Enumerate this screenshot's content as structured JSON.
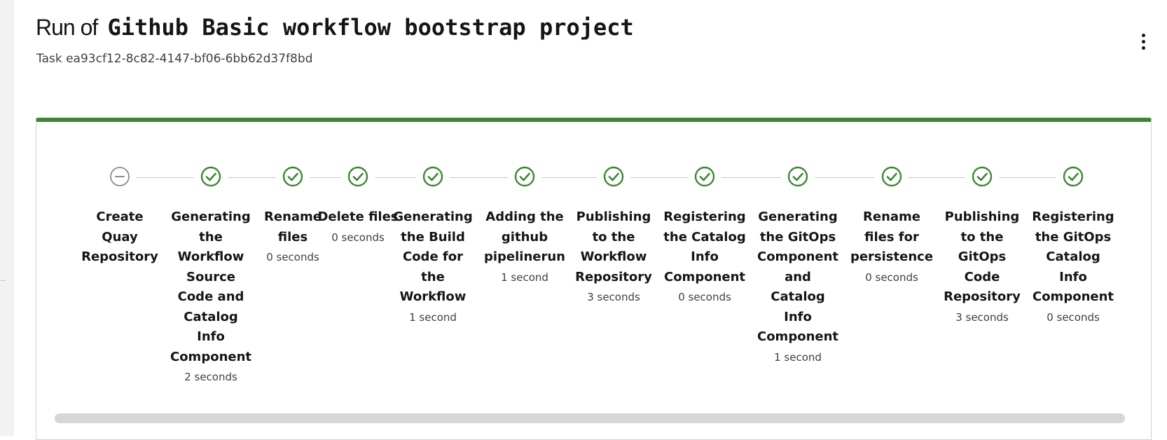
{
  "page": {
    "title_prefix": "Run of",
    "title_name": "Github Basic workflow bootstrap project",
    "task_id": "Task ea93cf12-8c82-4147-bf06-6bb62d37f8bd"
  },
  "colors": {
    "success": "#3e8635",
    "skipped": "#8a8d90",
    "connector": "#c8c8c8"
  },
  "steps": [
    {
      "label": "Create Quay Repository",
      "duration": "",
      "status": "skipped",
      "icon": "minus-circle-icon"
    },
    {
      "label": "Generating the Workflow Source Code and Catalog Info Component",
      "duration": "2 seconds",
      "status": "success",
      "icon": "check-circle-icon"
    },
    {
      "label": "Rename files",
      "duration": "0 seconds",
      "status": "success",
      "icon": "check-circle-icon"
    },
    {
      "label": "Delete files",
      "duration": "0 seconds",
      "status": "success",
      "icon": "check-circle-icon"
    },
    {
      "label": "Generating the Build Code for the Workflow",
      "duration": "1 second",
      "status": "success",
      "icon": "check-circle-icon"
    },
    {
      "label": "Adding the github pipelinerun",
      "duration": "1 second",
      "status": "success",
      "icon": "check-circle-icon"
    },
    {
      "label": "Publishing to the Workflow Repository",
      "duration": "3 seconds",
      "status": "success",
      "icon": "check-circle-icon"
    },
    {
      "label": "Registering the Catalog Info Component",
      "duration": "0 seconds",
      "status": "success",
      "icon": "check-circle-icon"
    },
    {
      "label": "Generating the GitOps Component and Catalog Info Component",
      "duration": "1 second",
      "status": "success",
      "icon": "check-circle-icon"
    },
    {
      "label": "Rename files for persistence",
      "duration": "0 seconds",
      "status": "success",
      "icon": "check-circle-icon"
    },
    {
      "label": "Publishing to the GitOps Code Repository",
      "duration": "3 seconds",
      "status": "success",
      "icon": "check-circle-icon"
    },
    {
      "label": "Registering the GitOps Catalog Info Component",
      "duration": "0 seconds",
      "status": "success",
      "icon": "check-circle-icon"
    }
  ]
}
